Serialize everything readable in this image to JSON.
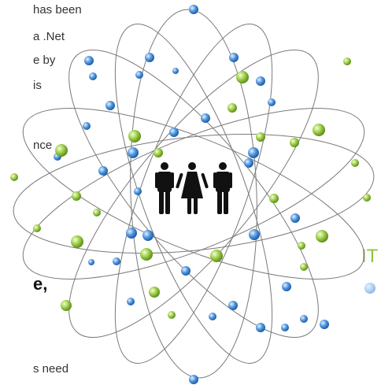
{
  "left_text": {
    "line1": "has been",
    "line2": "a .Net",
    "line3": "e by",
    "line4": "is",
    "line5": "nce",
    "line6": "e,",
    "line7": "s need"
  },
  "right_text": {
    "label": "IT"
  },
  "colors": {
    "green": "#8cc63f",
    "blue": "#3b82c8",
    "orbit": "#7a7a7a",
    "people": "#111111"
  },
  "icons": [
    "man-icon",
    "woman-icon",
    "man-icon"
  ]
}
